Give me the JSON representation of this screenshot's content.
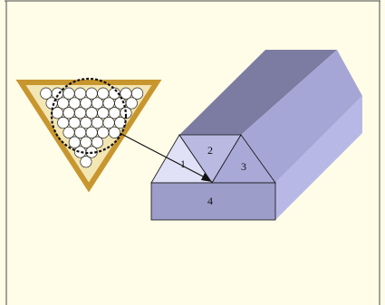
{
  "diagram": {
    "labels": {
      "face_1": "1",
      "face_2": "2",
      "face_3": "3",
      "face_4": "4"
    },
    "colors": {
      "background": "#fffce8",
      "triangle_border": "#c8962e",
      "triangle_fill": "#f3e6b5",
      "strand_fill": "#ffffff",
      "roof_back": "#7a7a9e",
      "roof_slope": "#a8a8d4",
      "side_face": "#b7b7e4",
      "front_face": "#9c9cc8",
      "front_triangle_light": "#dcdcf4",
      "front_triangle_mid": "#b0b0dc",
      "dotted_circle": "#111111"
    }
  }
}
